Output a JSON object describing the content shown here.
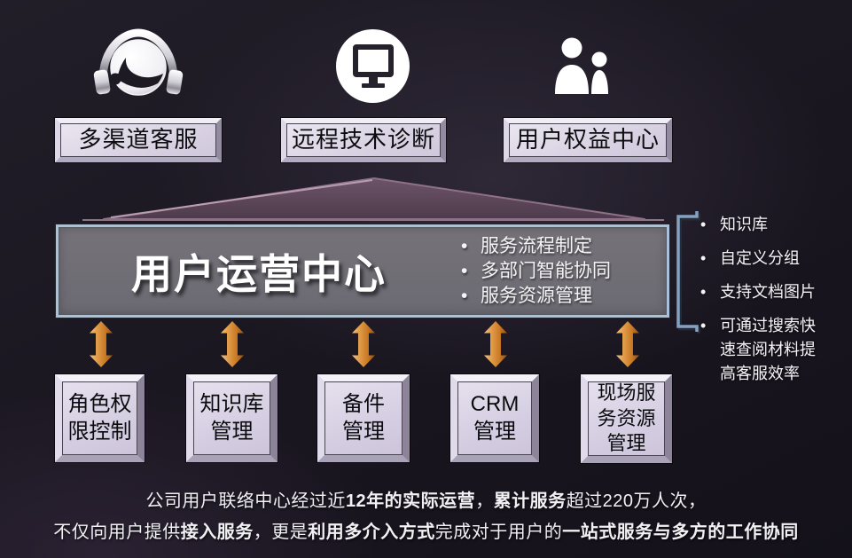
{
  "top_sections": [
    {
      "icon": "headset-icon",
      "label": "多渠道客服"
    },
    {
      "icon": "monitor-icon",
      "label": "远程技术诊断"
    },
    {
      "icon": "people-icon",
      "label": "用户权益中心"
    }
  ],
  "banner": {
    "title": "用户运营中心",
    "bullets": [
      "服务流程制定",
      "多部门智能协同",
      "服务资源管理"
    ]
  },
  "side_notes": [
    "知识库",
    "自定义分组",
    "支持文档图片",
    "可通过搜索快速查阅材料提高客服效率"
  ],
  "modules": [
    "角色权\n限控制",
    "知识库\n管理",
    "备件\n管理",
    "CRM\n管理",
    "现场服\n务资源\n管理"
  ],
  "footer": {
    "line1": [
      {
        "text": "公司用户联络中心经过近",
        "bold": false
      },
      {
        "text": "12年的实际运营",
        "bold": true
      },
      {
        "text": "，",
        "bold": false
      },
      {
        "text": "累计服务",
        "bold": true
      },
      {
        "text": "超过220万人次，",
        "bold": false
      }
    ],
    "line2": [
      {
        "text": "不仅向用户提供",
        "bold": false
      },
      {
        "text": "接入服务",
        "bold": true
      },
      {
        "text": "，更是",
        "bold": false
      },
      {
        "text": "利用多介入方式",
        "bold": true
      },
      {
        "text": "完成对于用户的",
        "bold": false
      },
      {
        "text": "一站式服务与多方的工作协同",
        "bold": true
      }
    ]
  },
  "colors": {
    "background": "#1a1620",
    "banner_fill": "#6b6a72",
    "banner_border": "#a9c2da",
    "box_fill": "#d5cee2",
    "arrow_orange": "#d9862f",
    "roof_fill": "#584356",
    "bracket_blue": "#84a2c0",
    "text_light": "#f1f1f4",
    "text_dark": "#0d0d10"
  }
}
